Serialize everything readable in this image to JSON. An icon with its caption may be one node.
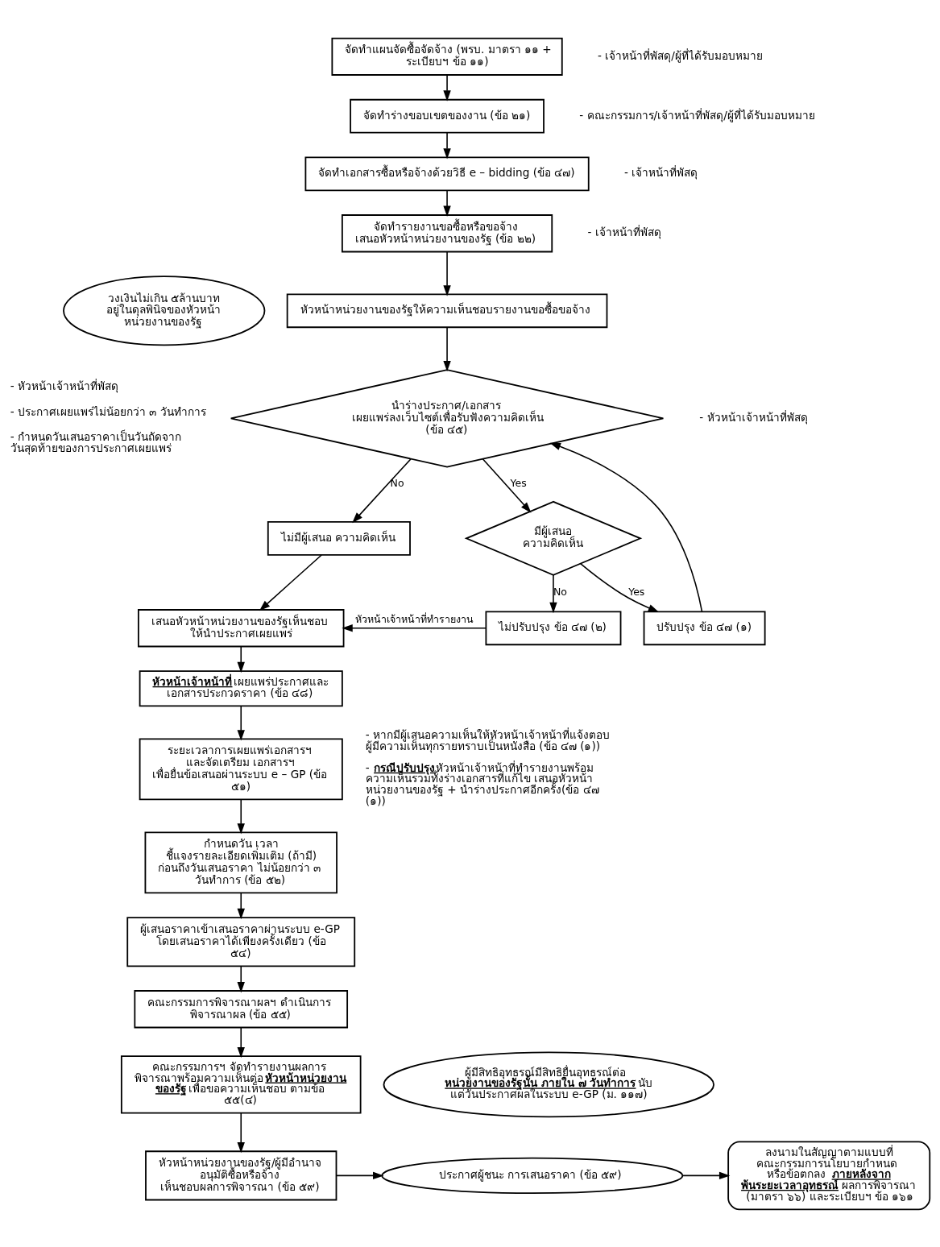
{
  "diagram": {
    "nodes": [
      {
        "text": [
          "จัดทำแผนจัดซื้อจัดจ้าง (พรบ. มาตรา ๑๑ + ระเบียบฯ ข้อ ๑๑)"
        ],
        "beside": [
          "- เจ้าหน้าที่พัสดุ/ผู้ที่ได้รับมอบหมาย"
        ]
      },
      {
        "text": [
          "จัดทำร่างขอบเขตของงาน (ข้อ ๒๑)"
        ],
        "beside": [
          "- คณะกรรมการ/เจ้าหน้าที่พัสดุ/ผู้ที่ได้รับมอบหมาย"
        ]
      },
      {
        "text": [
          "จัดทำเอกสารซื้อหรือจ้างด้วยวิธี e – bidding (ข้อ ๔๗)"
        ],
        "beside": [
          "- เจ้าหน้าที่พัสดุ"
        ]
      },
      {
        "text": [
          "จัดทำรายงานขอซื้อหรือขอจ้าง เสนอหัวหน้าหน่วยงานของรัฐ (ข้อ ๒๒)"
        ],
        "beside": [
          "- เจ้าหน้าที่พัสดุ"
        ]
      },
      {
        "text": [
          "หัวหน้าหน่วยงานของรัฐให้ความเห็นชอบรายงานขอซื้อขอจ้าง"
        ]
      },
      {
        "text": [
          "วงเงินไม่เกิน ๕ล้านบาท อยู่ในดุลพินิจของหัวหน้า หน่วยงานของรัฐ"
        ]
      },
      {
        "text": [
          "นำร่างประกาศ/เอกสาร เผยแพร่ลงเว็บไซต์เพื่อรับฟังความคิดเห็น (ข้อ ๔๕)"
        ],
        "beside": [
          "- หัวหน้าเจ้าหน้าที่พัสดุ"
        ]
      },
      {
        "text": [
          "ไม่มีผู้เสนอ ความคิดเห็น"
        ]
      },
      {
        "text": [
          "มีผู้เสนอ ความคิดเห็น"
        ]
      },
      {
        "text": [
          "เสนอหัวหน้าหน่วยงานของรัฐเห็นชอบ ให้นำประกาศเผยแพร่"
        ]
      },
      {
        "text": [
          "ไม่ปรับปรุง ข้อ ๔๗ (๒)"
        ]
      },
      {
        "text": [
          "ปรับปรุง ข้อ ๔๗ (๑)"
        ]
      },
      {
        "text": [
          "**หัวหน้าเจ้าหน้าที่**เผยแพร่ประกาศและ เอกสารประกวดราคา (ข้อ ๔๘)"
        ]
      },
      {
        "text": [
          "ระยะเวลาการเผยแพร่เอกสารฯ และจัดเตรียม เอกสารฯ เพื่อยื่นข้อเสนอผ่านระบบ e – GP (ข้อ ๕๑)"
        ]
      },
      {
        "text": [
          "กำหนดวัน เวลา ชี้แจงรายละเอียดเพิ่มเติม (ถ้ามี) ก่อนถึงวันเสนอราคา ไม่น้อยกว่า ๓ วันทำการ (ข้อ ๕๒)"
        ]
      },
      {
        "text": [
          "ผู้เสนอราคาเข้าเสนอราคาผ่านระบบ e-GP โดยเสนอราคาได้เพียงครั้งเดียว (ข้อ ๕๔)"
        ]
      },
      {
        "text": [
          "คณะกรรมการพิจารณาผลฯ ดำเนินการ พิจารณาผล (ข้อ ๕๕)"
        ]
      },
      {
        "text": [
          "คณะกรรมการฯ จัดทำรายงานผลการ พิจารณาพร้อมความเห็นต่อ**หัวหน้าหน่วยงาน ของรัฐ**เพื่อขอความเห็นชอบ ตามข้อ ๕๕(๔)"
        ]
      },
      {
        "text": [
          "หัวหน้าหน่วยงานของรัฐ/ผู้มีอำนาจ อนุมัติซื้อหรือจ้าง เห็นชอบผลการพิจารณา (ข้อ ๕๙)"
        ]
      },
      {
        "text": [
          "ประกาศผู้ชนะ การเสนอราคา (ข้อ ๕๙)"
        ]
      },
      {
        "text": [
          "ผู้มีสิทธิอุทธรณ์มีสิทธิยื่นอุทธรณ์ต่อ **หน่วยงานของรัฐนั้น ภายใน ๗ วันทำการ**นับ แต่วันประกาศผลในระบบ e-GP (ม. ๑๑๗)"
        ]
      },
      {
        "text": [
          "ลงนามในสัญญาตามแบบที่ คณะกรรมการนโยบายกำหนด หรือข้อตกลง **ภายหลังจาก พ้นระยะเวลาอุทธรณ์**ผลการพิจารณา (มาตรา ๖๖) และระเบียบฯ ข้อ ๑๖๑"
        ]
      }
    ],
    "edges": [
      {
        "from": 0,
        "to": 1,
        "arrow": "to"
      },
      {
        "from": 1,
        "to": 2,
        "arrow": "to"
      },
      {
        "from": 2,
        "to": 3,
        "arrow": "to"
      },
      {
        "from": 3,
        "to": 4,
        "arrow": "to"
      },
      {
        "from": 4,
        "to": 6,
        "arrow": "to"
      },
      {
        "from": 6,
        "to": 7,
        "arrow": "to",
        "label": "No"
      },
      {
        "from": 6,
        "to": 8,
        "arrow": "to",
        "label": "Yes"
      },
      {
        "from": 8,
        "to": 10,
        "arrow": "to",
        "label": "No"
      },
      {
        "from": 8,
        "to": 11,
        "arrow": "to",
        "label": "Yes"
      },
      {
        "from": 11,
        "to": 6,
        "arrow": "to"
      },
      {
        "from": 7,
        "to": 9,
        "arrow": "to"
      },
      {
        "from": 10,
        "to": 9,
        "arrow": "to",
        "label": "หัวหน้าเจ้าหน้าที่ทำรายงาน"
      },
      {
        "from": 9,
        "to": 12,
        "arrow": "to"
      },
      {
        "from": 12,
        "to": 13,
        "arrow": "to"
      },
      {
        "from": 13,
        "to": 14,
        "arrow": "to"
      },
      {
        "from": 14,
        "to": 15,
        "arrow": "to"
      },
      {
        "from": 15,
        "to": 16,
        "arrow": "to"
      },
      {
        "from": 16,
        "to": 17,
        "arrow": "to"
      },
      {
        "from": 17,
        "to": 18,
        "arrow": "to"
      },
      {
        "from": 18,
        "to": 19,
        "arrow": "to"
      },
      {
        "from": 19,
        "to": 21,
        "arrow": "to"
      }
    ],
    "labels": [
      "- หัวหน้าเจ้าหน้าที่พัสดุ",
      "- ประกาศเผยแพร่ไม่น้อยกว่า ๓ วันทำการ",
      "- กำหนดวันเสนอราคาเป็นวันถัดจาก วันสุดท้ายของการประกาศเผยแพร่",
      "- หากมีผู้เสนอความเห็นให้หัวหน้าเจ้าหน้าที่แจ้งตอบ ผู้มีความเห็นทุกรายทราบเป็นหนังสือ (ข้อ ๔๗ (๑))",
      "- **กรณีปรับปรุง** หัวหน้าเจ้าหน้าที่ทำรายงานพร้อม ความเห็นรวมทั้งร่างเอกสารที่แก้ไข เสนอหัวหน้า หน่วยงานของรัฐ + นำร่างประกาศอีกครั้ง(ข้อ ๔๗ (๑))"
    ]
  }
}
